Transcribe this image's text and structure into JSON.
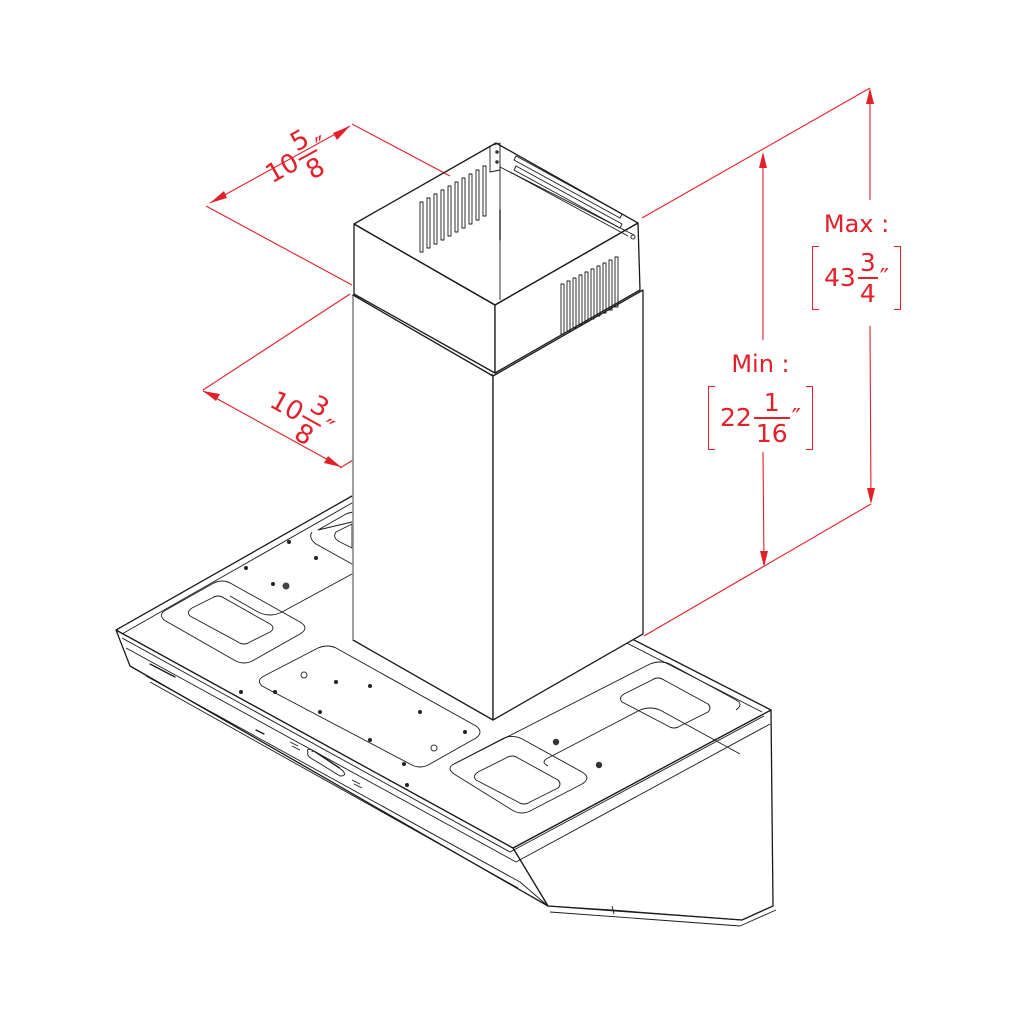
{
  "diagram": {
    "subject": "Island range hood with telescoping chimney — dimension drawing",
    "colors": {
      "dimension": "#e3202a",
      "linework": "#1a1a1a",
      "background": "#ffffff"
    },
    "dimensions": {
      "chimney_top_width": {
        "whole": "10",
        "numerator": "5",
        "denominator": "8",
        "unit": "″",
        "text": "10 5/8″"
      },
      "chimney_bottom_width": {
        "whole": "10",
        "numerator": "3",
        "denominator": "8",
        "unit": "″",
        "text": "10 3/8″"
      },
      "height_max": {
        "caption": "Max :",
        "whole": "43",
        "numerator": "3",
        "denominator": "4",
        "unit": "″",
        "text": "43 3/4″"
      },
      "height_min": {
        "caption": "Min :",
        "whole": "22",
        "numerator": "1",
        "denominator": "16",
        "unit": "″",
        "text": "22 1/16″"
      }
    },
    "parts": [
      "upper-chimney-cover",
      "lower-chimney-cover",
      "canopy",
      "baffle-filter-left-rear",
      "baffle-filter-left-front",
      "baffle-filter-right-rear",
      "baffle-filter-right-front",
      "center-access-plate",
      "control-panel",
      "front-light-strip"
    ]
  }
}
